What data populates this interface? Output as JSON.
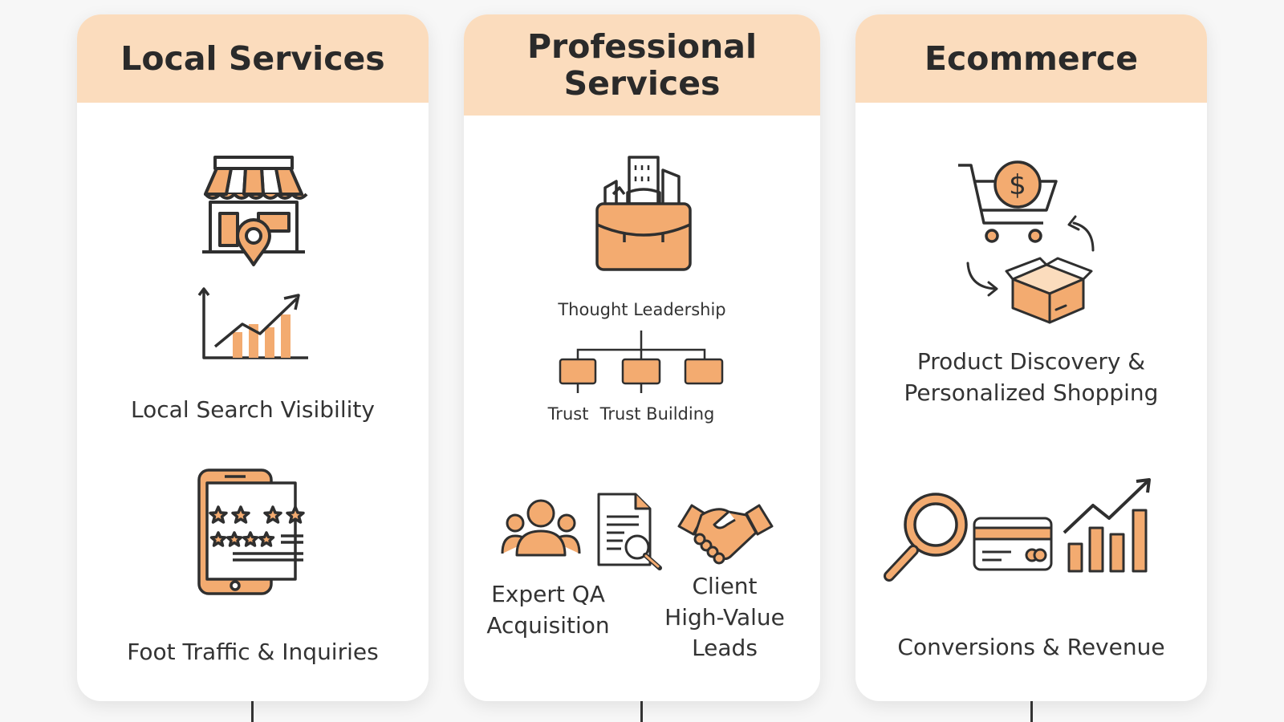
{
  "columns": [
    {
      "title": "Local Services",
      "label_1": "Local Search Visibility",
      "label_2": "Foot Traffic & Inquiries"
    },
    {
      "title_line1": "Professional",
      "title_line2": "Services",
      "tree_root": "Thought Leadership",
      "tree_left": "Trust",
      "tree_right": "Trust Building",
      "expert_line1": "Expert QA",
      "expert_line2": "Acquisition",
      "client_line1": "Client",
      "client_line2": "High-Value",
      "client_line3": "Leads"
    },
    {
      "title": "Ecommerce",
      "label_1_line1": "Product Discovery &",
      "label_1_line2": "Personalized Shopping",
      "label_2": "Conversions & Revenue"
    }
  ],
  "colors": {
    "accent": "#f3ab70",
    "header": "#fbdcbd",
    "stroke": "#2f2f2f"
  },
  "icons": [
    "storefront-location-icon",
    "growth-chart-icon",
    "phone-reviews-icon",
    "briefcase-city-icon",
    "hierarchy-icon",
    "group-icon",
    "document-search-icon",
    "handshake-icon",
    "cart-dollar-icon",
    "box-return-icon",
    "magnifier-icon",
    "credit-card-icon",
    "bar-growth-icon"
  ]
}
